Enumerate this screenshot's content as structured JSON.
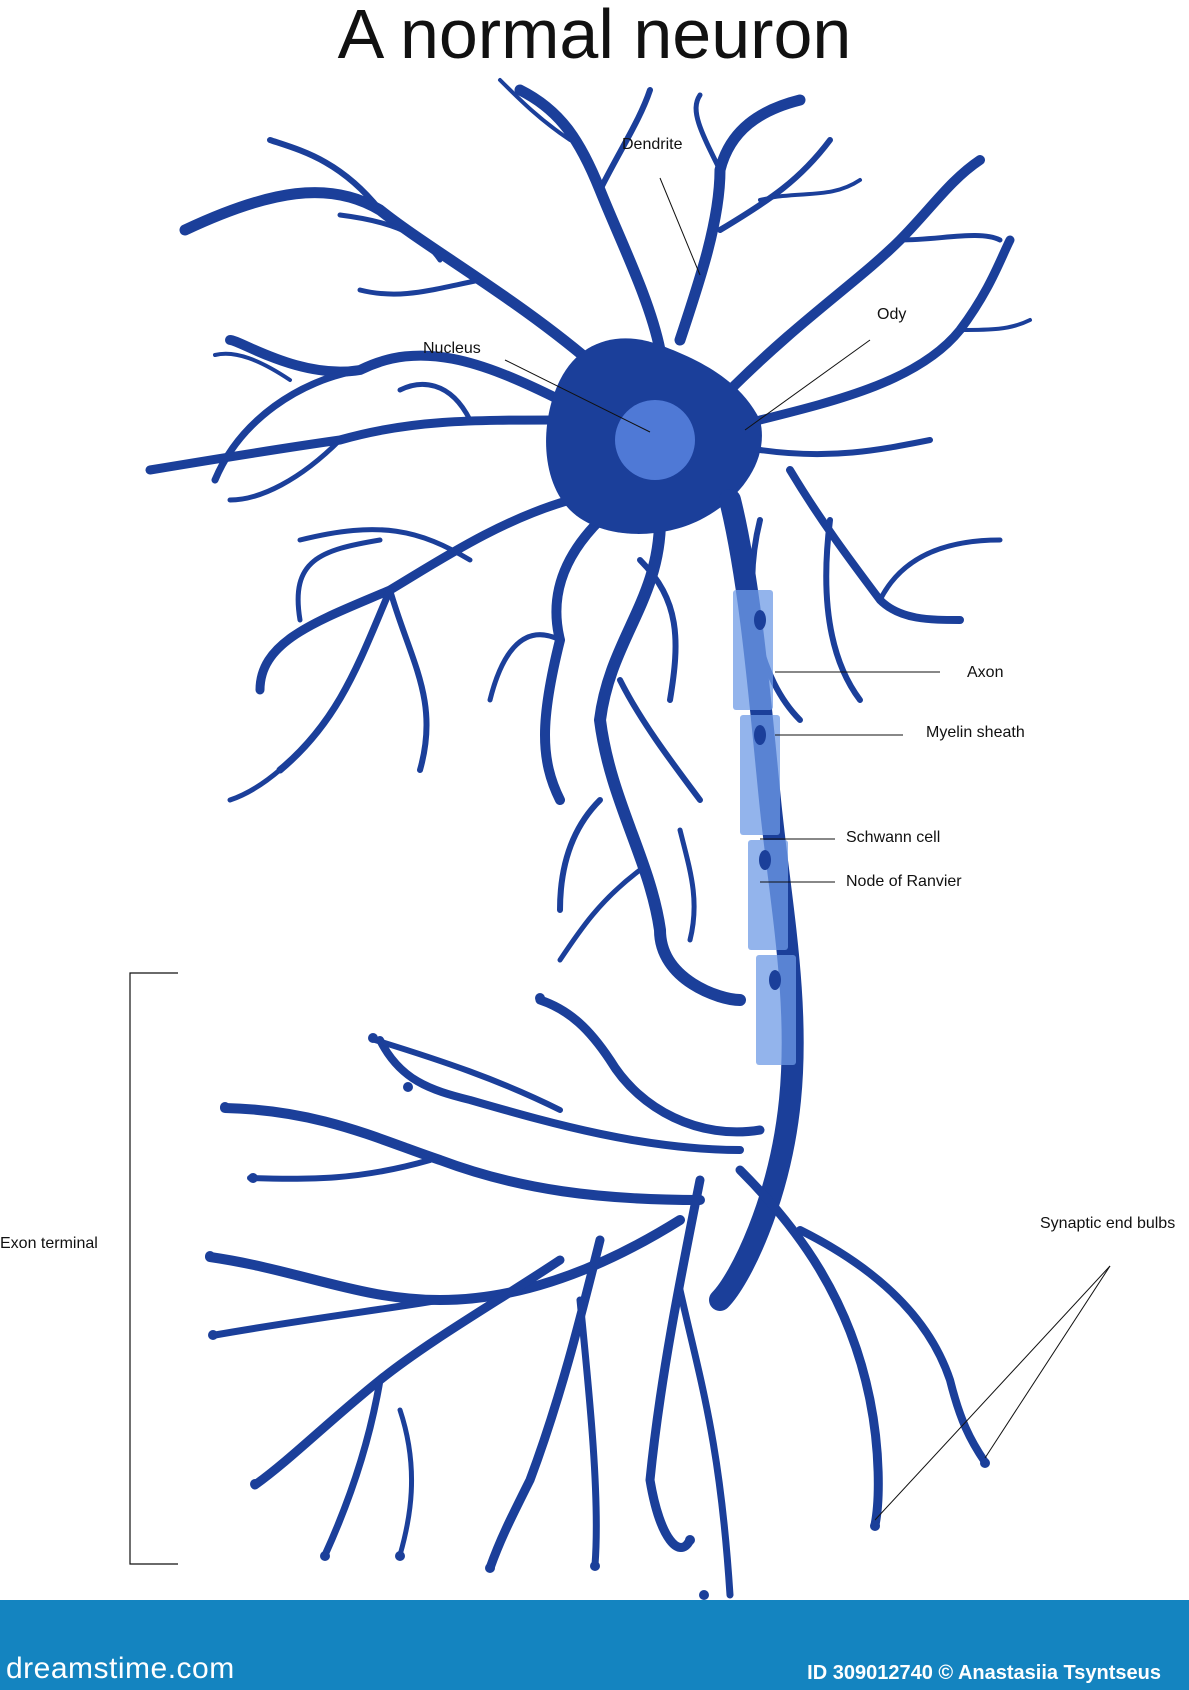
{
  "title": "A normal neuron",
  "colors": {
    "neuron": "#1b3f9a",
    "nucleus": "#4f79d6",
    "myelin": "#6f9be6",
    "footer": "#1484c0"
  },
  "labels": {
    "dendrite": "Dendrite",
    "nucleus": "Nucleus",
    "ody": "Ody",
    "axon": "Axon",
    "myelin_sheath": "Myelin sheath",
    "schwann_cell": "Schwann cell",
    "node_of_ranvier": "Node of Ranvier",
    "exon_terminal": "Exon terminal",
    "synaptic_end_bulbs": "Synaptic end bulbs"
  },
  "footer": {
    "brand": "dreamstime.com",
    "credit": "ID 309012740 © Anastasiia Tsyntseus"
  }
}
